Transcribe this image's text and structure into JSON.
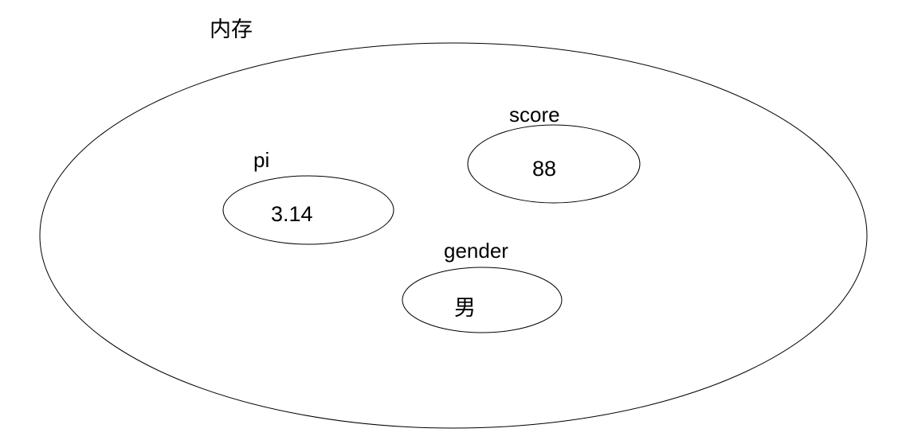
{
  "diagram": {
    "type": "memory-model-diagram",
    "background_color": "#ffffff",
    "stroke_color": "#000000",
    "text_color": "#000000",
    "container": {
      "label": "内存",
      "label_meaning": "memory"
    },
    "variables": [
      {
        "name": "pi",
        "value": "3.14"
      },
      {
        "name": "score",
        "value": "88"
      },
      {
        "name": "gender",
        "value": "男"
      }
    ]
  }
}
